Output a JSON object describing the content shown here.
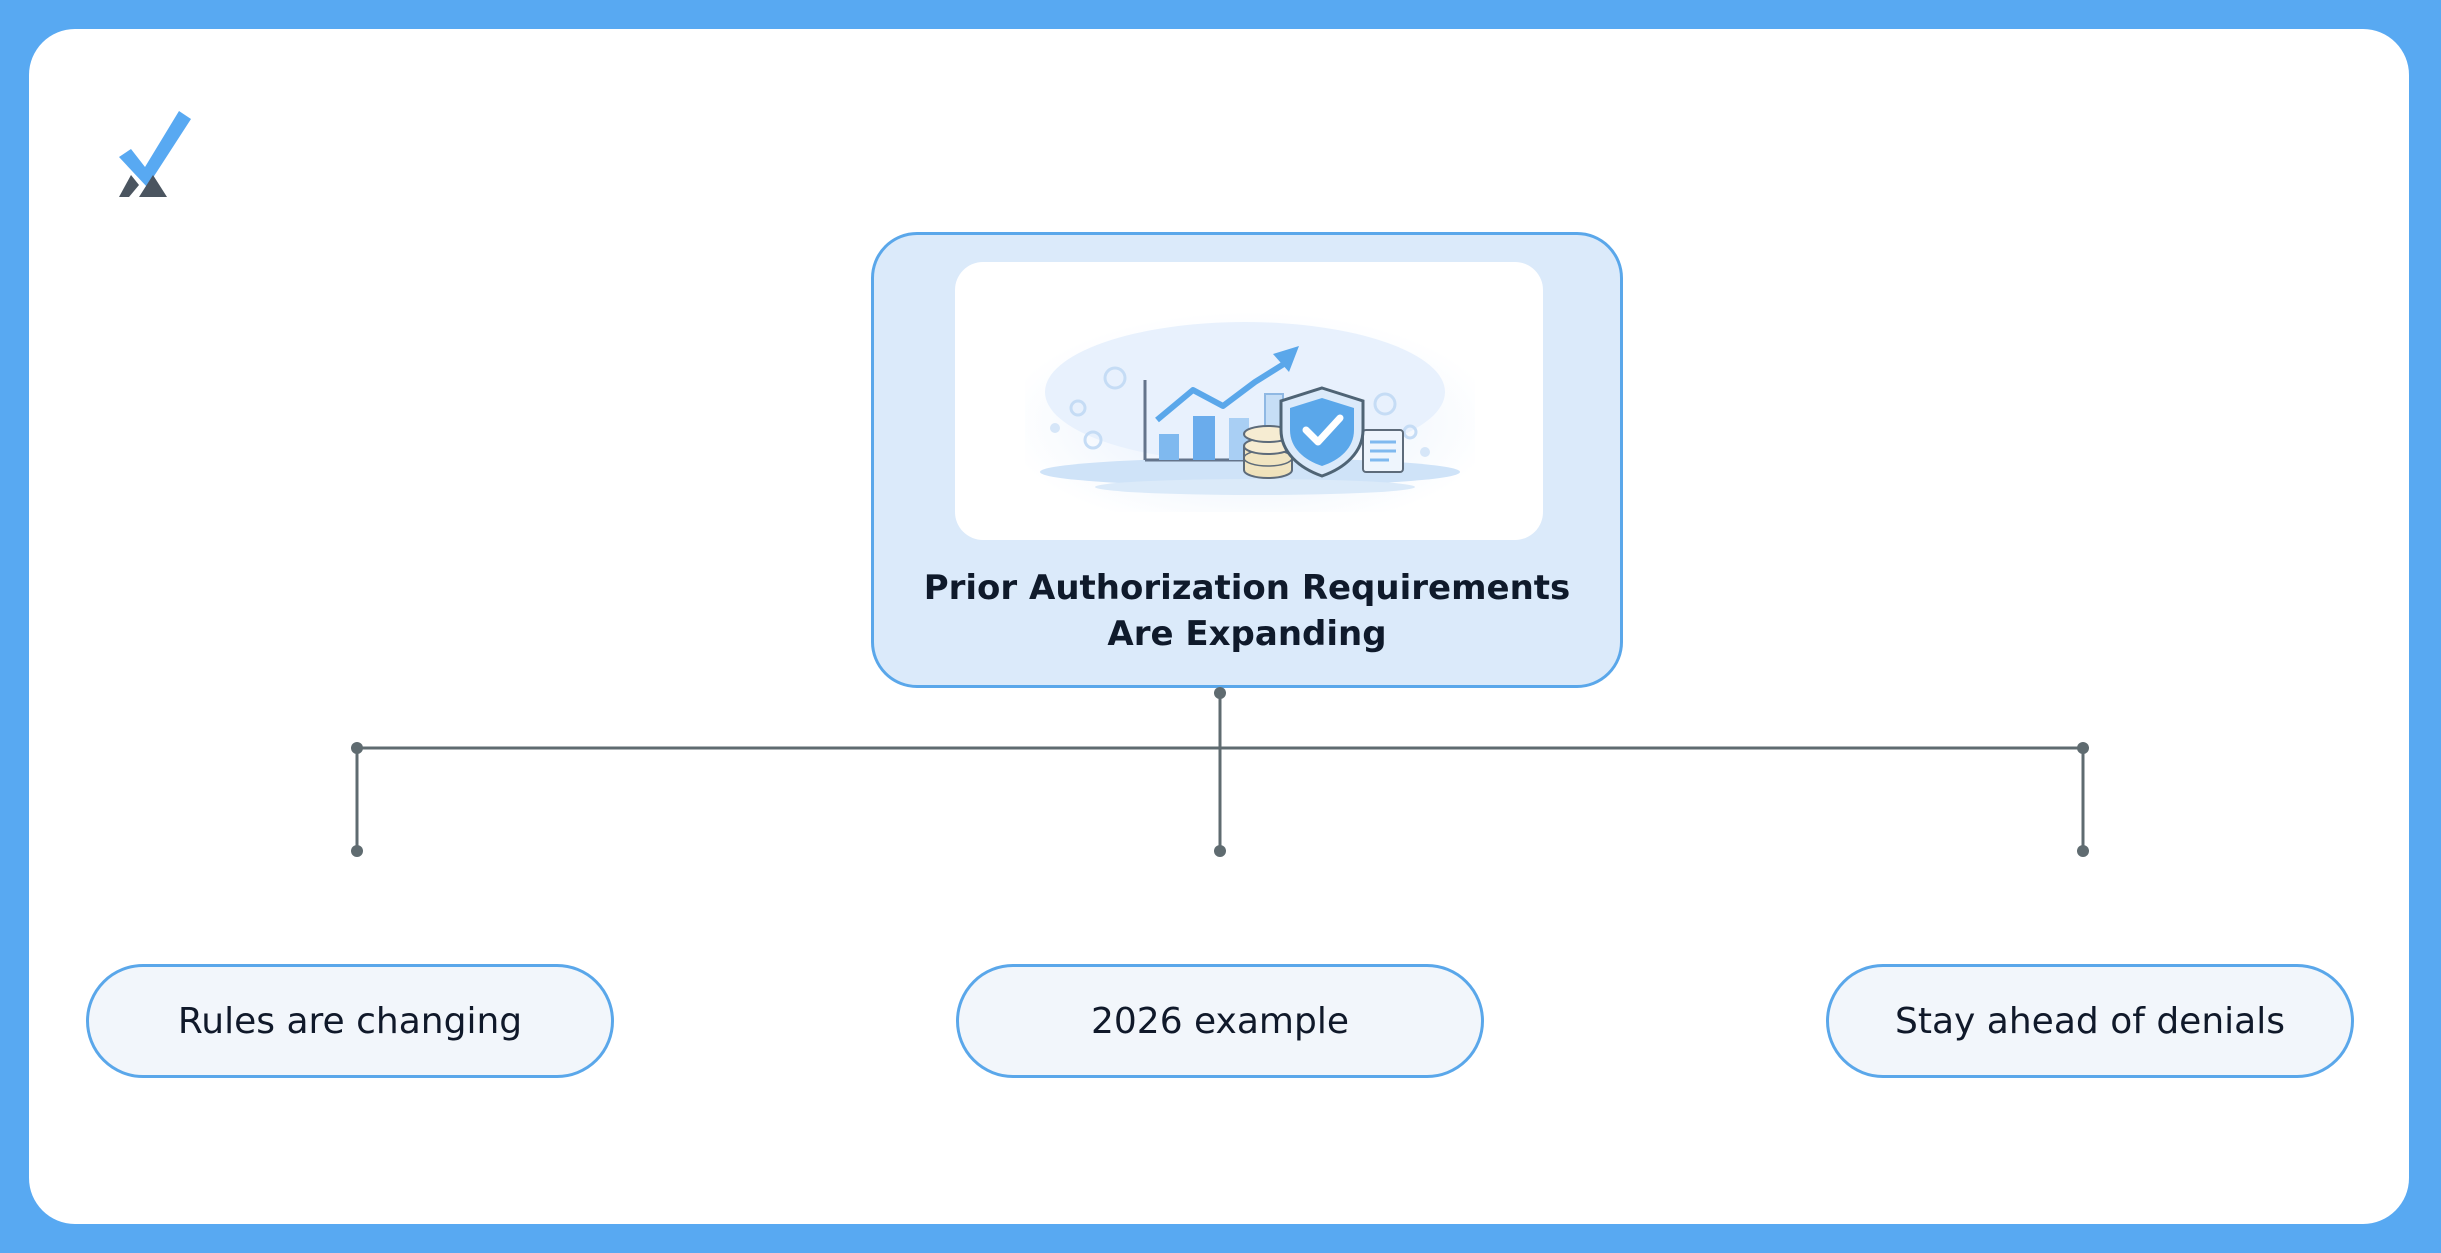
{
  "logo": {
    "name": "brand-logo",
    "check_color": "#58a9f2",
    "mark_color": "#4b5560"
  },
  "main_node": {
    "title_line1": "Prior Authorization Requirements",
    "title_line2": "Are Expanding",
    "illustration": "growth-chart-shield-coins-illustration"
  },
  "children": [
    {
      "label": "Rules are changing"
    },
    {
      "label": "2026 example"
    },
    {
      "label": "Stay ahead of denials"
    }
  ],
  "colors": {
    "frame": "#58a9f2",
    "node_fill": "#dbeafa",
    "node_border": "#5aa7ea",
    "leaf_fill": "#f2f6fb",
    "connector": "#5f6b70"
  }
}
